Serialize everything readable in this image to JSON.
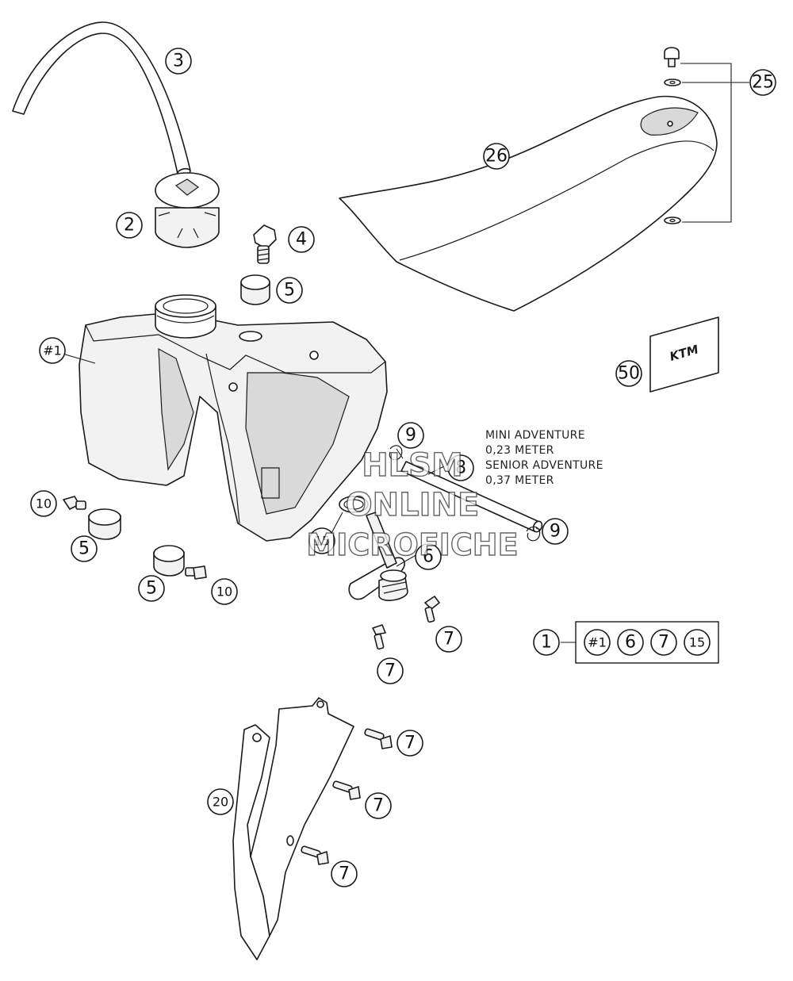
{
  "callouts": {
    "c3": "3",
    "c2": "2",
    "c4": "4",
    "c5a": "5",
    "c1hash": "#1",
    "c25": "25",
    "c26": "26",
    "c50": "50",
    "c9a": "9",
    "c8": "8",
    "c9b": "9",
    "c15": "15",
    "c6": "6",
    "c10a": "10",
    "c5b": "5",
    "c5c": "5",
    "c10b": "10",
    "c7a": "7",
    "c7b": "7",
    "c1": "1",
    "c7c": "7",
    "c7d": "7",
    "c7e": "7",
    "c20": "20"
  },
  "kit_box": {
    "items": [
      "#1",
      "6",
      "7",
      "15"
    ]
  },
  "hose_note": {
    "line1": "MINI ADVENTURE",
    "line2": "0,23 METER",
    "line3": "SENIOR ADVENTURE",
    "line4": "0,37 METER"
  },
  "logo_text": "KTM",
  "watermark": {
    "line1": "HLSM",
    "line2": "ONLINE",
    "line3": "MICROFICHE"
  }
}
